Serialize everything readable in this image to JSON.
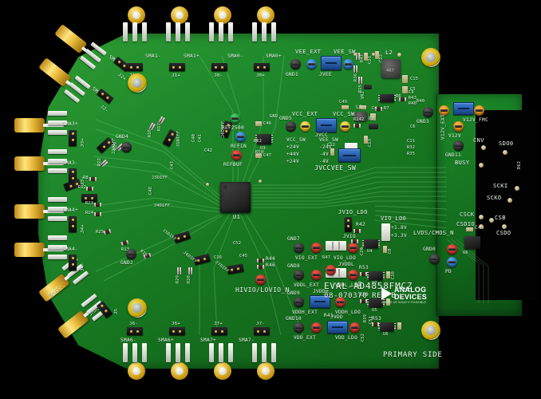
{
  "board": {
    "product_label": "EVAL-AD4858FMCZ",
    "part_number": "08-070370  REV B",
    "side_label": "PRIMARY SIDE",
    "brand": {
      "line1": "ANALOG",
      "line2": "DEVICES",
      "tagline": "AHEAD OF WHAT'S POSSIBLE"
    },
    "colors": {
      "soldermask": "#1f8a2c",
      "silkscreen": "#ecf6ec",
      "gold": "#e8bb3b",
      "testpoint_red": "#c9241c",
      "testpoint_black": "#1a1a1a",
      "testpoint_yellow": "#e5b800",
      "testpoint_blue": "#1466b0",
      "testpoint_orange": "#e08a10"
    }
  },
  "sma_connectors": [
    {
      "label": "SMA2-",
      "edge": "left-top"
    },
    {
      "label": "SMA2+",
      "edge": "left-top"
    },
    {
      "label": "SMA3+",
      "edge": "left"
    },
    {
      "label": "SMA3-",
      "edge": "left"
    },
    {
      "label": "SMA4+",
      "edge": "left"
    },
    {
      "label": "SMA4-",
      "edge": "left"
    },
    {
      "label": "SMA5+",
      "edge": "left-bottom"
    },
    {
      "label": "SMA5-",
      "edge": "left-bottom"
    },
    {
      "label": "SMA1-",
      "edge": "top"
    },
    {
      "label": "SMA1+",
      "edge": "top"
    },
    {
      "label": "SMA0-",
      "edge": "top"
    },
    {
      "label": "SMA0+",
      "edge": "top"
    },
    {
      "label": "SMA6-",
      "edge": "bottom"
    },
    {
      "label": "SMA6+",
      "edge": "bottom"
    },
    {
      "label": "SMA7+",
      "edge": "bottom"
    },
    {
      "label": "SMA7-",
      "edge": "bottom"
    }
  ],
  "input_jumpers": [
    {
      "label": "J2-"
    },
    {
      "label": "J2+"
    },
    {
      "label": "J3+"
    },
    {
      "label": "J3-"
    },
    {
      "label": "J4+"
    },
    {
      "label": "J4-"
    },
    {
      "label": "J5"
    },
    {
      "label": "J1-"
    },
    {
      "label": "J1+"
    },
    {
      "label": "J0-"
    },
    {
      "label": "J0+"
    },
    {
      "label": "J6-"
    },
    {
      "label": "J6+"
    },
    {
      "label": "J7+"
    },
    {
      "label": "J7-"
    }
  ],
  "diff_jumpers": [
    {
      "label": "J1DIFF"
    },
    {
      "label": "J0DIFF"
    },
    {
      "label": "J2DIFF"
    },
    {
      "label": "J3DIFF"
    },
    {
      "label": "J4DIFF"
    },
    {
      "label": "J5DIFF"
    },
    {
      "label": "J6DIFF"
    },
    {
      "label": "J7DIFF"
    }
  ],
  "test_points": [
    {
      "label": "GND1",
      "color": "black"
    },
    {
      "label": "VEE_EXT",
      "color": "blue"
    },
    {
      "label": "VEE_SW",
      "color": "blue"
    },
    {
      "label": "GND5",
      "color": "black"
    },
    {
      "label": "VCC_EXT",
      "color": "yellow"
    },
    {
      "label": "VCC_SW",
      "color": "yellow"
    },
    {
      "label": "REF2500",
      "color": "green"
    },
    {
      "label": "REFIN",
      "color": "blue"
    },
    {
      "label": "REFBUF",
      "color": "red"
    },
    {
      "label": "GND4",
      "color": "black"
    },
    {
      "label": "GND2",
      "color": "black"
    },
    {
      "label": "HIVIO/LOVIO_N",
      "color": "red"
    },
    {
      "label": "GND7",
      "color": "black"
    },
    {
      "label": "VIO_EXT",
      "color": "red"
    },
    {
      "label": "JVIO",
      "color": "red"
    },
    {
      "label": "GND8",
      "color": "black"
    },
    {
      "label": "VDDL_EXT",
      "color": "red"
    },
    {
      "label": "JVDDL",
      "color": "red"
    },
    {
      "label": "VDDL_LDO",
      "color": "red"
    },
    {
      "label": "GND9",
      "color": "black"
    },
    {
      "label": "VDDH_EXT",
      "color": "red"
    },
    {
      "label": "VDDH_LDO",
      "color": "red"
    },
    {
      "label": "GND10",
      "color": "black"
    },
    {
      "label": "VDD_EXT",
      "color": "red"
    },
    {
      "label": "VDD_LDO",
      "color": "red"
    },
    {
      "label": "GND3",
      "color": "black"
    },
    {
      "label": "V12V_EXT",
      "color": "orange"
    },
    {
      "label": "V12V_FMC",
      "color": "orange"
    },
    {
      "label": "V12V",
      "color": "orange"
    },
    {
      "label": "GND11",
      "color": "black"
    },
    {
      "label": "GND0",
      "color": "black"
    },
    {
      "label": "PD",
      "color": "blue"
    },
    {
      "label": "LVDS/CMOS_N",
      "color": "red"
    }
  ],
  "nets": {
    "jvee": "JVEE",
    "jvcc": "JVCC",
    "jvccvee_sw": "JVCCVEE_SW",
    "jvio_ldo": "JVIO_LDO",
    "vio_ldo": "VIO_LDO",
    "vio_ext": "VIO_EXT",
    "vddl_ext": "VDDL_EXT",
    "vddl_ldo": "VDDL_LDO",
    "vddh_ext": "VDDH_EXT",
    "vddh_ldo": "VDDH_LDO",
    "jvddh": "JVDDH",
    "jvdd": "JVDD",
    "vdd_ext": "VDD_EXT",
    "vdd_ldo": "VDD_LDO",
    "v12v_ext": "V12V_EXT"
  },
  "voltage_table": {
    "col1_header": "VCC_SW",
    "col2_header": "VEE_SW",
    "rows": [
      {
        "vcc": "+24V",
        "vee": "-24V"
      },
      {
        "vcc": "+44V",
        "vee": "-4V"
      },
      {
        "vcc": "+24V",
        "vee": "-4V"
      }
    ],
    "footer": "JVCCVEE_SW"
  },
  "vio_ldo_options": {
    "title": "VIO_LDO",
    "options": [
      "+1.8V",
      "+3.3V"
    ]
  },
  "signal_pads": [
    {
      "label": "CNV"
    },
    {
      "label": "SDO0"
    },
    {
      "label": "BUSY"
    },
    {
      "label": "SCKI"
    },
    {
      "label": "SCKO"
    },
    {
      "label": "CSCK"
    },
    {
      "label": "CSDIO"
    },
    {
      "label": "CSB"
    },
    {
      "label": "CSDO"
    }
  ],
  "designators": [
    {
      "label": "U1"
    },
    {
      "label": "U2"
    },
    {
      "label": "U3"
    },
    {
      "label": "U4"
    },
    {
      "label": "U5"
    },
    {
      "label": "U6"
    },
    {
      "label": "U7"
    },
    {
      "label": "L1"
    },
    {
      "label": "L2"
    },
    {
      "label": "D1"
    },
    {
      "label": "D2"
    },
    {
      "label": "VR2"
    },
    {
      "label": "R6"
    },
    {
      "label": "R7"
    },
    {
      "label": "R8"
    },
    {
      "label": "R12"
    },
    {
      "label": "R13"
    },
    {
      "label": "R15"
    },
    {
      "label": "R16"
    },
    {
      "label": "R17"
    },
    {
      "label": "R19"
    },
    {
      "label": "R22"
    },
    {
      "label": "R23"
    },
    {
      "label": "R24"
    },
    {
      "label": "R25"
    },
    {
      "label": "R26"
    },
    {
      "label": "R28"
    },
    {
      "label": "R29"
    },
    {
      "label": "R30"
    },
    {
      "label": "R31"
    },
    {
      "label": "R32"
    },
    {
      "label": "R35"
    },
    {
      "label": "R36"
    },
    {
      "label": "R38"
    },
    {
      "label": "R39"
    },
    {
      "label": "R40"
    },
    {
      "label": "R41"
    },
    {
      "label": "R42"
    },
    {
      "label": "R43"
    },
    {
      "label": "R44"
    },
    {
      "label": "R46"
    },
    {
      "label": "R47"
    },
    {
      "label": "R50"
    },
    {
      "label": "R53"
    },
    {
      "label": "R62"
    },
    {
      "label": "R142"
    },
    {
      "label": "C1"
    },
    {
      "label": "C2"
    },
    {
      "label": "C3"
    },
    {
      "label": "C4"
    },
    {
      "label": "C5"
    },
    {
      "label": "C6"
    },
    {
      "label": "C9"
    },
    {
      "label": "C11"
    },
    {
      "label": "C12"
    },
    {
      "label": "C13"
    },
    {
      "label": "C15"
    },
    {
      "label": "C16"
    },
    {
      "label": "C18"
    },
    {
      "label": "C20"
    },
    {
      "label": "C21"
    },
    {
      "label": "C22"
    },
    {
      "label": "C24"
    },
    {
      "label": "C25"
    },
    {
      "label": "C26"
    },
    {
      "label": "C35"
    },
    {
      "label": "C40"
    },
    {
      "label": "C41"
    },
    {
      "label": "C42"
    },
    {
      "label": "C43"
    },
    {
      "label": "C44"
    },
    {
      "label": "C45"
    },
    {
      "label": "C46"
    },
    {
      "label": "C47"
    },
    {
      "label": "C48"
    },
    {
      "label": "C49"
    },
    {
      "label": "C51"
    },
    {
      "label": "C52"
    }
  ],
  "inductor_marking": "4R7"
}
